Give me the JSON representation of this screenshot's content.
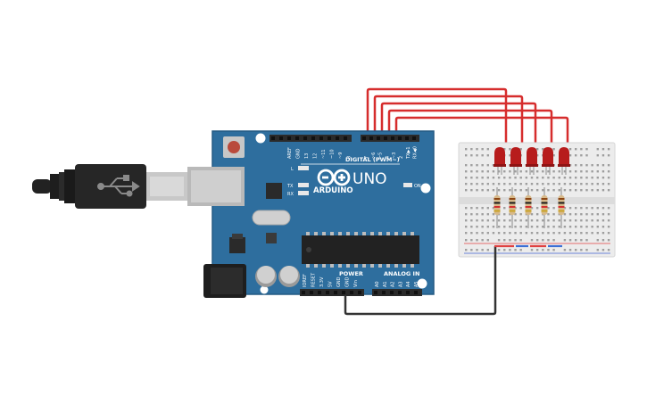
{
  "board": {
    "brand": "ARDUINO",
    "model": "UNO",
    "digital_header_label": "DIGITAL (PWM~)",
    "power_header_label": "POWER",
    "analog_header_label": "ANALOG IN",
    "led_l": "L",
    "led_tx": "TX",
    "led_rx": "RX",
    "led_on": "ON",
    "top_left_pins": [
      "AREF",
      "GND",
      "13",
      "12",
      "~11",
      "~10",
      "~9",
      "8"
    ],
    "top_right_pins": [
      "7",
      "~6",
      "~5",
      "4",
      "~3",
      "2",
      "TX▶1",
      "RX◀0"
    ],
    "power_pins": [
      "IOREF",
      "RESET",
      "3.3V",
      "5V",
      "GND",
      "GND",
      "Vin"
    ],
    "analog_pins": [
      "A0",
      "A1",
      "A2",
      "A3",
      "A4",
      "A5"
    ]
  },
  "colors": {
    "board": "#2e6e9e",
    "wire_signal": "#d62d2d",
    "wire_ground": "#333333",
    "led": "#b71c1c",
    "breadboard": "#ececec"
  },
  "components": {
    "usb_cable": "usb-cable",
    "led_count": 5,
    "resistor_count": 5
  }
}
